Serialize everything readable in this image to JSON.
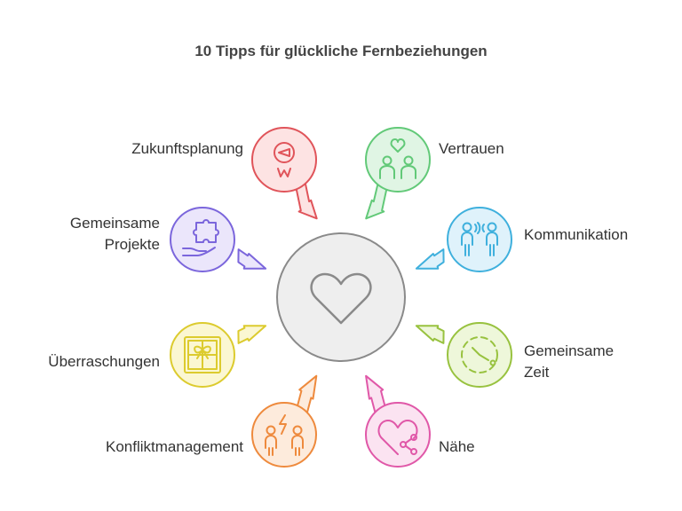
{
  "title": "10 Tipps für glückliche Fernbeziehungen",
  "center": {
    "icon": "heart-icon",
    "fill": "#eeeeee",
    "stroke": "#8a8a8a"
  },
  "items": [
    {
      "label": "Zukunftsplanung",
      "icon": "compass-icon",
      "fill": "#fde3e3",
      "stroke": "#e0545a"
    },
    {
      "label": "Vertrauen",
      "icon": "couple-heart-icon",
      "fill": "#e0f5e4",
      "stroke": "#62c978"
    },
    {
      "label": "Gemeinsame Projekte",
      "icon": "puzzle-hand-icon",
      "fill": "#ebe6fb",
      "stroke": "#7b66dc"
    },
    {
      "label": "Kommunikation",
      "icon": "people-talking-icon",
      "fill": "#dff2fb",
      "stroke": "#3fb0dd"
    },
    {
      "label": "Überraschungen",
      "icon": "gift-icon",
      "fill": "#fbf7d2",
      "stroke": "#dccb2e"
    },
    {
      "label": "Gemeinsame Zeit",
      "icon": "clock-icon",
      "fill": "#eef7da",
      "stroke": "#98c23f"
    },
    {
      "label": "Konfliktmanagement",
      "icon": "conflict-icon",
      "fill": "#fdebdc",
      "stroke": "#ee8a3d"
    },
    {
      "label": "Nähe",
      "icon": "heart-share-icon",
      "fill": "#fbe3f1",
      "stroke": "#e058a8"
    }
  ]
}
